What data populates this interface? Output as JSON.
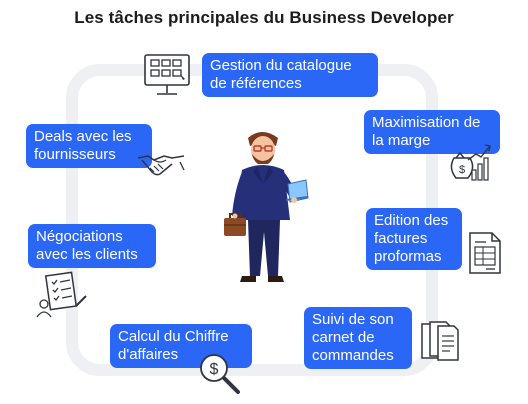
{
  "title": "Les tâches principales du Business Developer",
  "colors": {
    "accent": "#2b67f6",
    "ring": "#eef0f4",
    "icon_stroke": "#2e3440"
  },
  "tasks": [
    {
      "label": "Gestion du catalogue\nde références",
      "icon": "catalog-monitor-icon"
    },
    {
      "label": "Maximisation de\nla marge",
      "icon": "money-bag-growth-icon"
    },
    {
      "label": "Edition des\nfactures\nproformas",
      "icon": "invoice-document-icon"
    },
    {
      "label": "Suivi de son\ncarnet de\ncommandes",
      "icon": "order-folders-icon"
    },
    {
      "label": "Calcul du Chiffre\nd'affaires",
      "icon": "dollar-magnifier-icon"
    },
    {
      "label": "Négociations\navec les clients",
      "icon": "negotiation-checklist-icon"
    },
    {
      "label": "Deals avec les\nfournisseurs",
      "icon": "handshake-icon"
    }
  ],
  "center_figure": "business-developer-man-with-laptop-and-briefcase"
}
